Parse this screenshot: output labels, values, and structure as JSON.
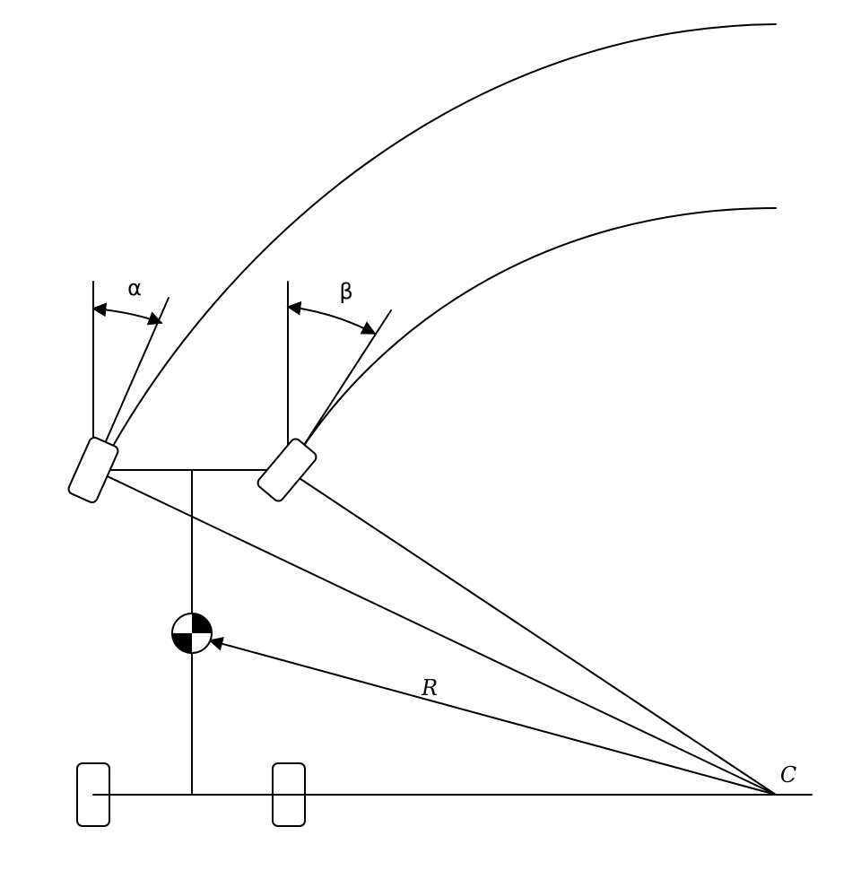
{
  "labels": {
    "alpha": "α",
    "beta": "β",
    "radius": "R",
    "center": "C"
  },
  "colors": {
    "line": "#000000",
    "background": "#ffffff"
  }
}
